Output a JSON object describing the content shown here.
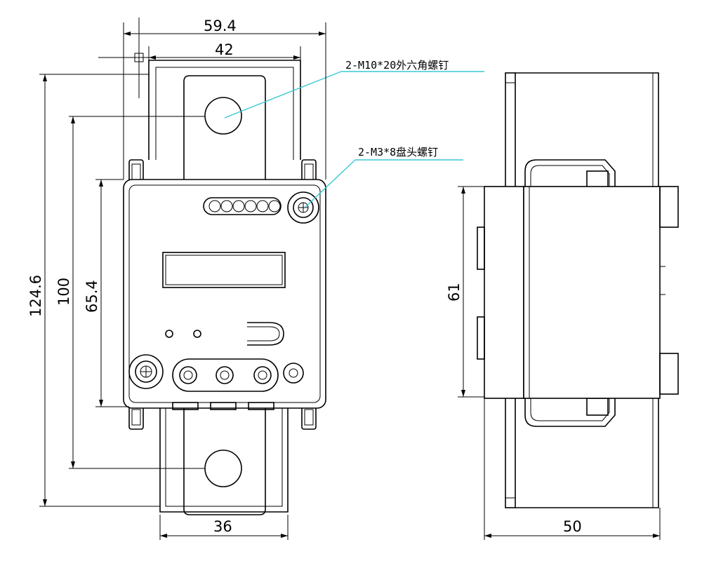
{
  "dimensions": {
    "front_total_width": "59.4",
    "front_inner_width": "42",
    "front_bottom_width": "36",
    "front_total_height": "124.6",
    "front_hole_pitch": "100",
    "front_body_height": "65.4",
    "side_height": "61",
    "side_width": "50"
  },
  "callouts": {
    "hex_bolt": "2-M10*20外六角螺钉",
    "pan_screw": "2-M3*8盘头螺钉"
  },
  "colors": {
    "leader_line": "#39c9d6",
    "line": "#000000",
    "background": "#ffffff"
  }
}
